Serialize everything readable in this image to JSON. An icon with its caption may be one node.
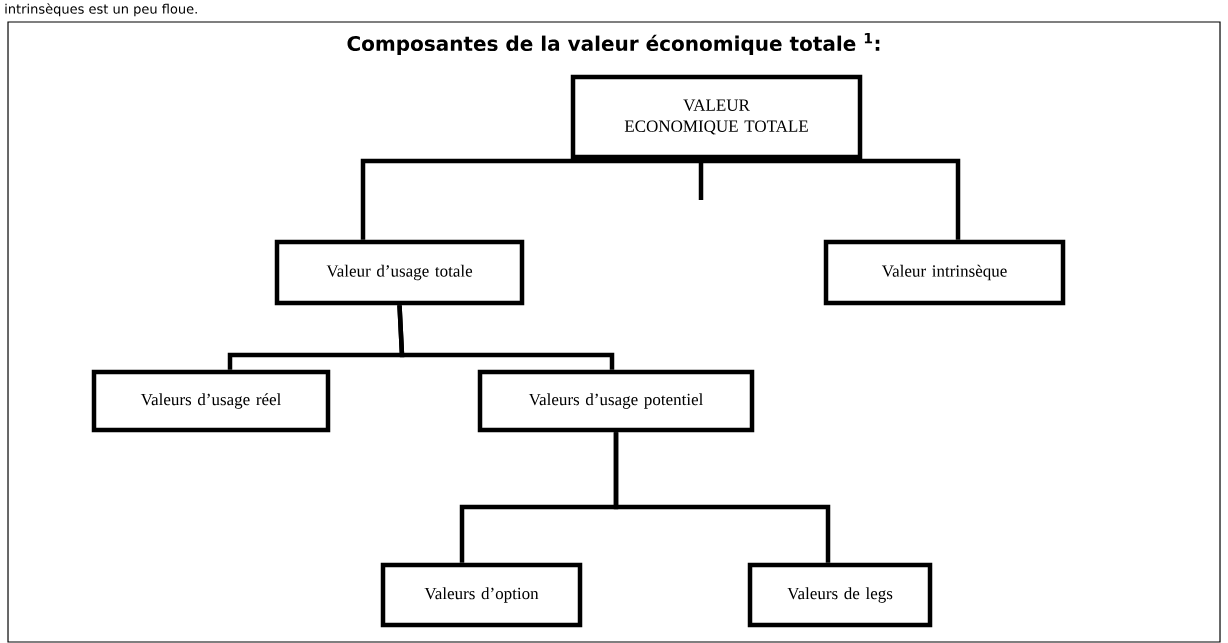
{
  "diagram": {
    "title": "Composantes de la valeur économique totale $^{1}$:",
    "nodes": [
      {
        "text": [
          "VALEUR ECONOMIQUE TOTALE"
        ]
      },
      {
        "text": [
          "Valeur d’usage totale"
        ]
      },
      {
        "text": [
          "Valeur intrinsèque"
        ]
      },
      {
        "text": [
          "Valeurs d’usage réel"
        ]
      },
      {
        "text": [
          "Valeurs d’usage potentiel"
        ]
      },
      {
        "text": [
          "Valeurs d’option"
        ]
      },
      {
        "text": [
          "Valeurs de legs"
        ]
      }
    ],
    "edges": [
      {
        "from": 0,
        "to": 1,
        "arrow": "none"
      },
      {
        "from": 0,
        "to": 2,
        "arrow": "none"
      },
      {
        "from": 1,
        "to": 3,
        "arrow": "none"
      },
      {
        "from": 1,
        "to": 4,
        "arrow": "none"
      },
      {
        "from": 4,
        "to": 5,
        "arrow": "none"
      },
      {
        "from": 4,
        "to": 6,
        "arrow": "none"
      }
    ],
    "labels": [
      "intrinsèques est un peu floue."
    ]
  }
}
